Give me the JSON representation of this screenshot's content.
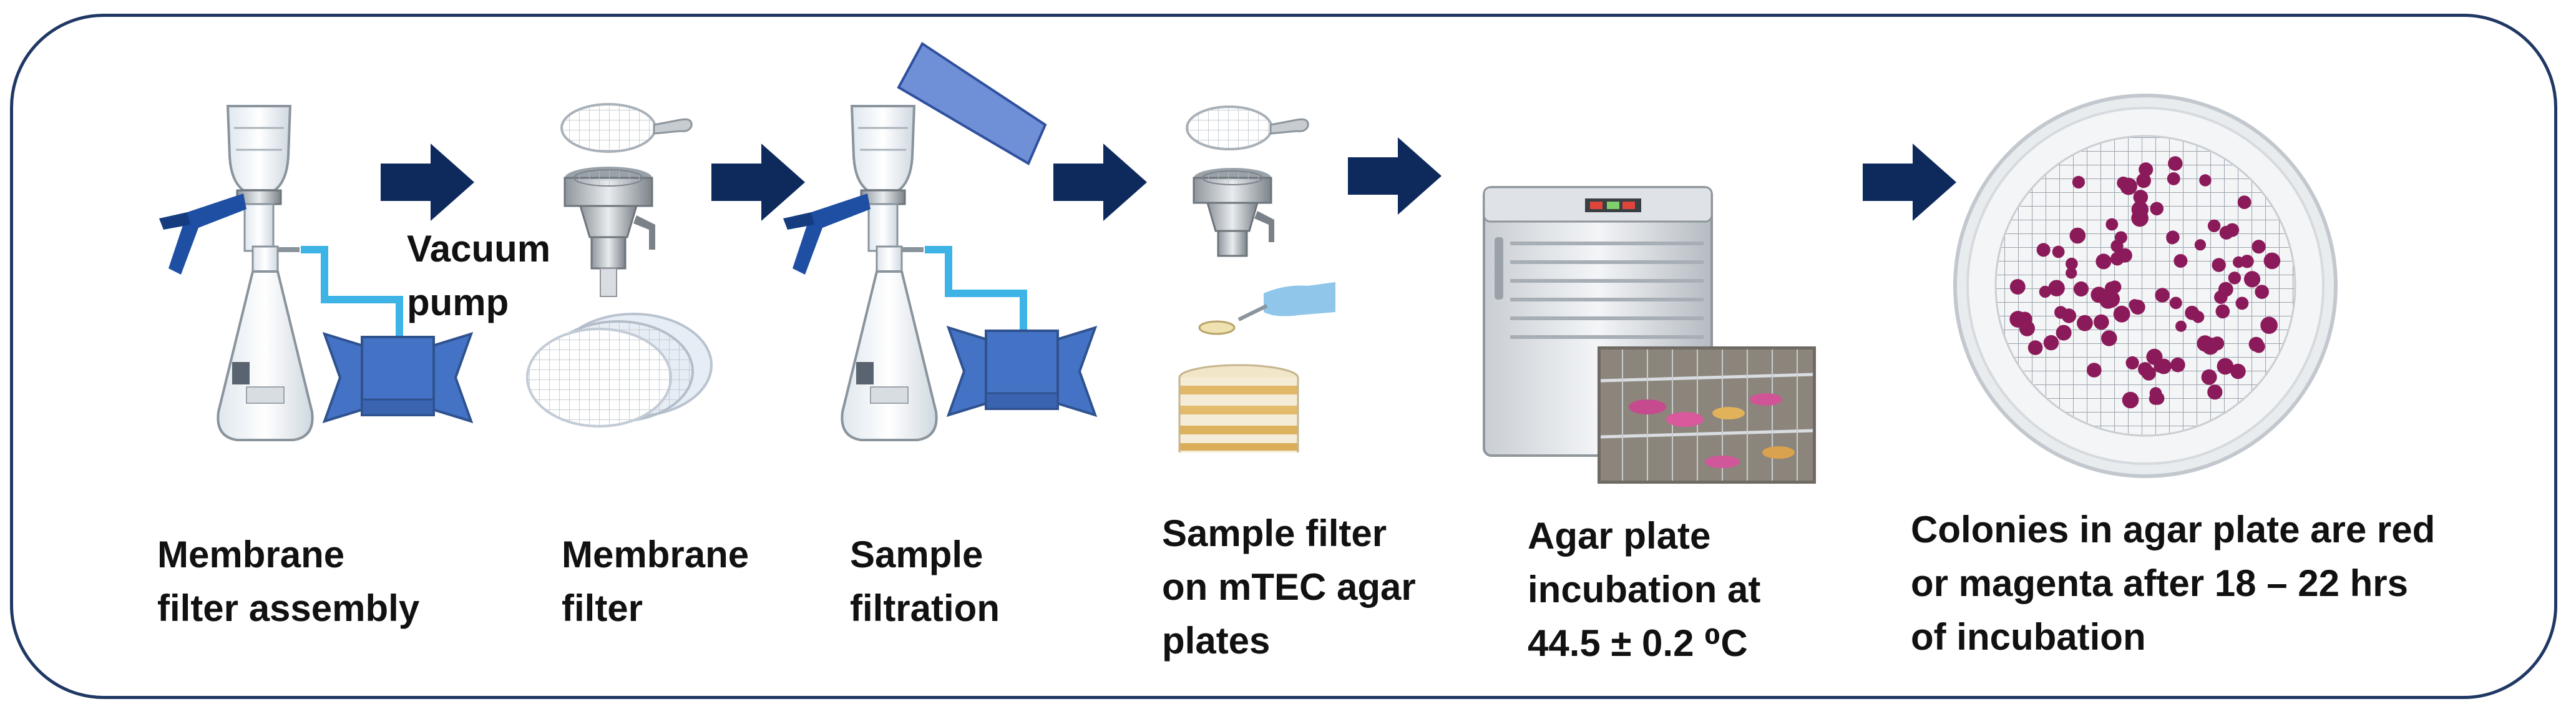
{
  "steps": [
    {
      "caption": "Membrane\nfilter assembly"
    },
    {
      "caption": "Membrane\nfilter"
    },
    {
      "caption": "Sample\nfiltration"
    },
    {
      "caption": "Sample filter\non mTEC agar\nplates"
    },
    {
      "caption": "Agar plate\nincubation at\n44.5 ± 0.2 ⁰C"
    },
    {
      "caption": "Colonies in agar plate are red\nor magenta after 18 – 22 hrs\nof incubation"
    }
  ],
  "vacuum_label": "Vacuum\npump",
  "colors": {
    "frame": "#1f3864",
    "arrow": "#0e2a5c",
    "pump": "#4472c4",
    "tube": "#3db3e6",
    "clamp": "#1f4fa3",
    "colony": "#8b1a5a",
    "wedge": "#6f8fd6"
  }
}
